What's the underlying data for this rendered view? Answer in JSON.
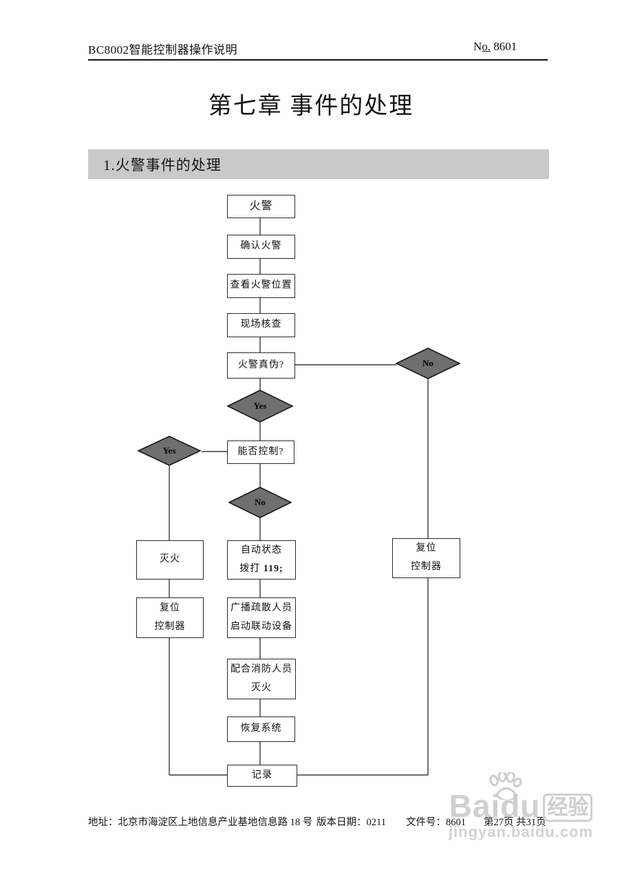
{
  "header": {
    "title": "BC8002智能控制器操作说明",
    "doc_no": {
      "n": "N",
      "o": "o.",
      "number": "8601"
    }
  },
  "chapter_title": "第七章 事件的处理",
  "section_title": "1.火警事件的处理",
  "flowchart": {
    "nodes": {
      "fire": "火警",
      "confirm": "确认火警",
      "check_location": "查看火警位置",
      "onsite_check": "现场核查",
      "true_false": "火警真伪?",
      "can_control": "能否控制?",
      "yes_mid": "Yes",
      "no_right": "No",
      "yes_left": "Yes",
      "no_mid": "No",
      "extinguish": "灭火",
      "auto_line1": "自动状态",
      "auto_line2_label": "拨打",
      "auto_line2_value": "119;",
      "reset_left_line1": "复位",
      "reset_left_line2": "控制器",
      "broadcast_line1": "广播疏散人员",
      "broadcast_line2": "启动联动设备",
      "reset_right_line1": "复位",
      "reset_right_line2": "控制器",
      "cooperate_line1": "配合消防人员",
      "cooperate_line2": "灭火",
      "restore": "恢复系统",
      "record": "记录"
    },
    "colors": {
      "diamond_fill": "#6f6f6f",
      "diamond_stroke": "#151515",
      "line": "#3a3a3a",
      "section_bar": "#c9c9c9"
    }
  },
  "footer": {
    "address": "地址：北京市海淀区上地信息产业基地信息路 18 号",
    "version": "版本日期：0211",
    "file_no": "文件号：8601",
    "page_info": "第27页 共31页"
  },
  "watermark": {
    "brand": "Baidu",
    "badge": "经验",
    "url": "jingyan.baidu.com"
  }
}
